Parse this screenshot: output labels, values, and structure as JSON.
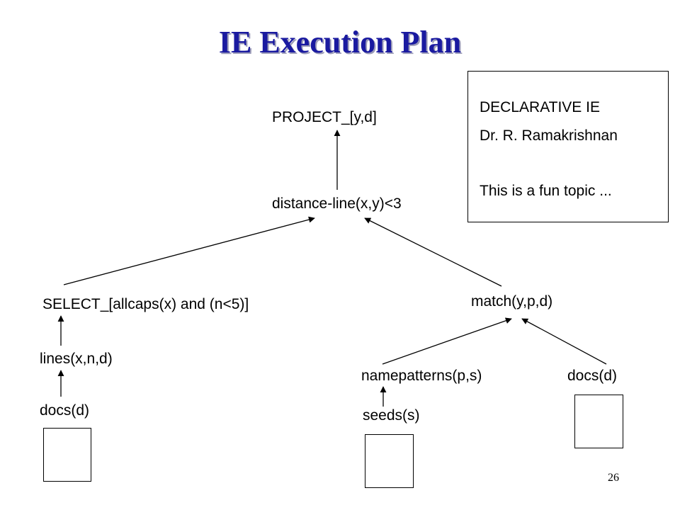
{
  "title": "IE Execution Plan",
  "info_box": {
    "line1": "DECLARATIVE IE",
    "line2": "Dr. R. Ramakrishnan",
    "line3": "This is a fun topic ..."
  },
  "nodes": {
    "project": "PROJECT_[y,d]",
    "distance": "distance-line(x,y)<3",
    "select": "SELECT_[allcaps(x) and (n<5)]",
    "match": "match(y,p,d)",
    "lines": "lines(x,n,d)",
    "docs_left": "docs(d)",
    "namepatterns": "namepatterns(p,s)",
    "docs_right": "docs(d)",
    "seeds": "seeds(s)"
  },
  "page_number": "26",
  "colors": {
    "title": "#1a1aa0",
    "title_shadow": "#9c9cb8",
    "lines": "#000000"
  }
}
